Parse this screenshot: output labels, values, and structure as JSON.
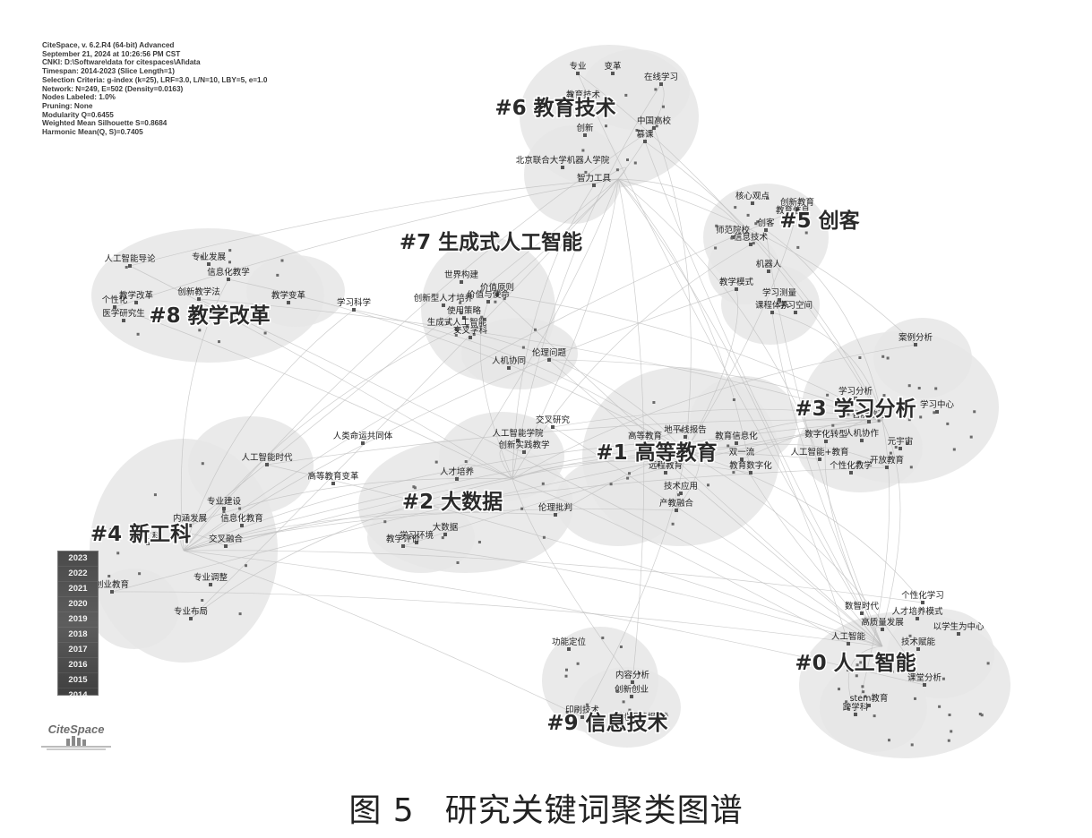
{
  "meta": {
    "lines": [
      "CiteSpace, v. 6.2.R4 (64-bit) Advanced",
      "September 21, 2024 at 10:26:56 PM CST",
      "CNKI: D:\\Software\\data for citespaces\\AI\\data",
      "Timespan: 2014-2023 (Slice Length=1)",
      "Selection Criteria: g-index (k=25), LRF=3.0, L/N=10, LBY=5, e=1.0",
      "Network: N=249, E=502 (Density=0.0163)",
      "Nodes Labeled: 1.0%",
      "Pruning: None",
      "Modularity Q=0.6455",
      "Weighted Mean Silhouette S=0.8684",
      "Harmonic Mean(Q, S)=0.7405"
    ]
  },
  "legend": {
    "years": [
      "2023",
      "2022",
      "2021",
      "2020",
      "2019",
      "2018",
      "2017",
      "2016",
      "2015",
      "2014"
    ]
  },
  "logo": {
    "text": "CiteSpace"
  },
  "caption": {
    "figure": "图 5",
    "title": "研究关键词聚类图谱"
  },
  "colors": {
    "cluster_fill": "#e6e6e6",
    "edge": "#bdbdbd",
    "node": "#555555",
    "text": "#222222"
  },
  "clusters": [
    {
      "id": "c0",
      "label": "#0 人工智能"
    },
    {
      "id": "c1",
      "label": "#1 高等教育"
    },
    {
      "id": "c2",
      "label": "#2 大数据"
    },
    {
      "id": "c3",
      "label": "#3 学习分析"
    },
    {
      "id": "c4",
      "label": "#4 新工科"
    },
    {
      "id": "c5",
      "label": "#5 创客"
    },
    {
      "id": "c6",
      "label": "#6 教育技术"
    },
    {
      "id": "c7",
      "label": "#7 生成式人工智能"
    },
    {
      "id": "c8",
      "label": "#8 教学改革"
    },
    {
      "id": "c9",
      "label": "#9 信息技术"
    }
  ],
  "keywords": [
    "专业",
    "变革",
    "在线学习",
    "教育技术",
    "中国高校",
    "创新",
    "慕课",
    "北京联合大学机器人学院",
    "智力工具",
    "核心观点",
    "创新教育",
    "教育信息",
    "创客",
    "师范院校",
    "信息技术",
    "机器人",
    "教学模式",
    "学习测量",
    "课程体系",
    "学习空间",
    "人工智能导论",
    "专业发展",
    "信息化教学",
    "教学改革",
    "创新教学法",
    "教学变革",
    "个性化",
    "医学研究生",
    "学习科学",
    "世界构建",
    "价值原则",
    "创新型人才培养",
    "价值与使命",
    "使用策略",
    "生成式人工智能",
    "交叉学科",
    "伦理问题",
    "人机协同",
    "案例分析",
    "学习分析",
    "智能教育",
    "学习中心",
    "数字化转型",
    "人机协作",
    "人工智能+教育",
    "元宇宙",
    "开放教育",
    "个性化教学",
    "交叉研究",
    "人工智能学院",
    "创新实践教学",
    "地平线报告",
    "高等教育",
    "教育信息化",
    "双一流",
    "远程教育",
    "教育数字化",
    "技术应用",
    "产教融合",
    "人类命运共同体",
    "人工智能时代",
    "高等教育变革",
    "人才培养",
    "大数据",
    "伦理批判",
    "学习环境",
    "教学评价",
    "专业建设",
    "内涵发展",
    "信息化教育",
    "交叉融合",
    "新工科",
    "创业教育",
    "专业调整",
    "专业布局",
    "数智时代",
    "个性化学习",
    "人才培养模式",
    "高质量发展",
    "以学生为中心",
    "人工智能",
    "技术赋能",
    "课堂分析",
    "stem教育",
    "跨学科",
    "功能定位",
    "内容分析",
    "创新创业",
    "印刷技术",
    "《地平线报告》"
  ]
}
